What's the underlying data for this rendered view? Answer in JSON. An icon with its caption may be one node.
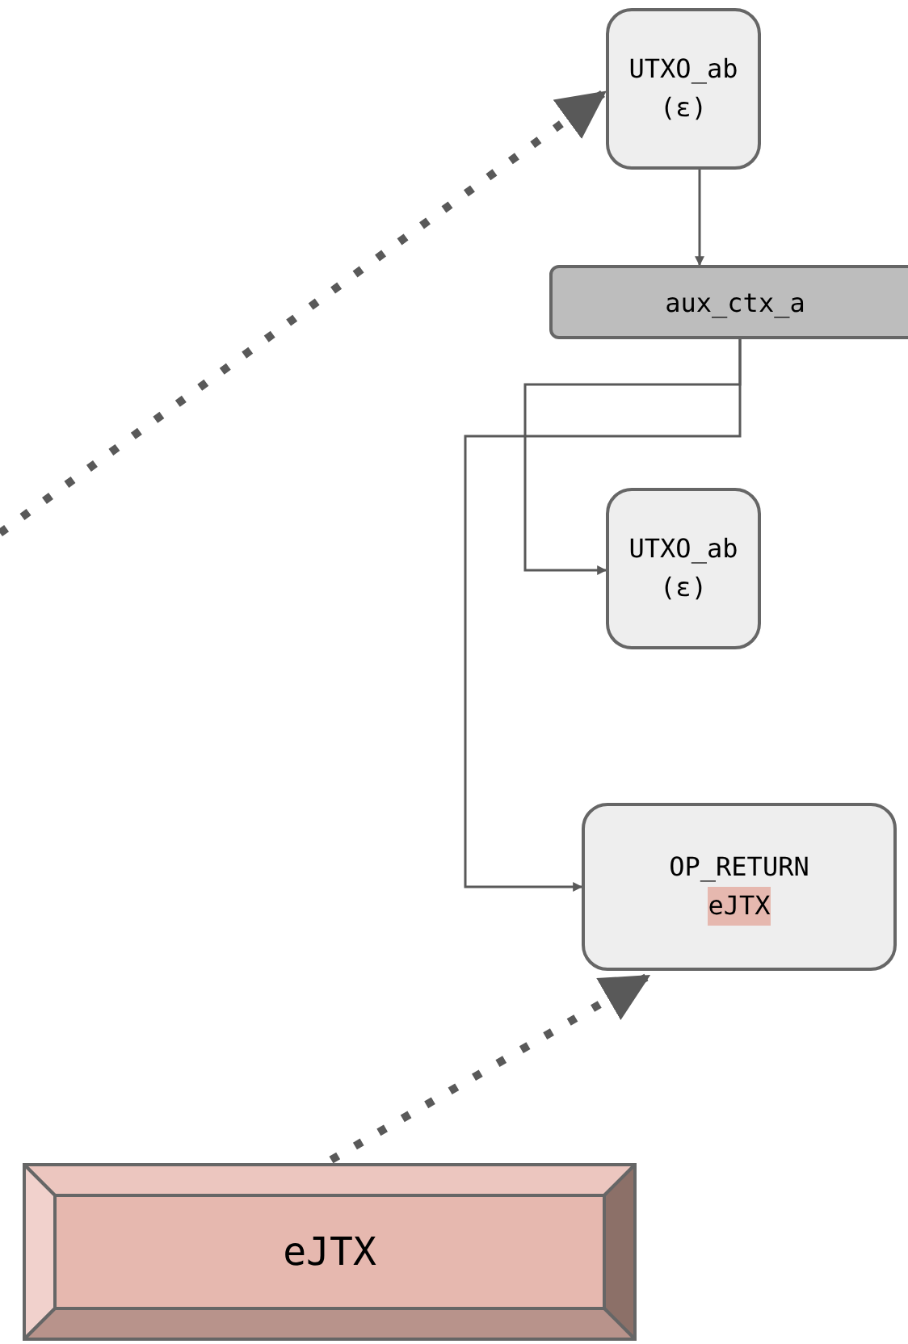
{
  "diagram": {
    "nodes": [
      {
        "text": [
          "UTXO_ab",
          "(ε)"
        ]
      },
      {
        "text": [
          "aux_ctx_a"
        ]
      },
      {
        "text": [
          "UTXO_ab",
          "(ε)"
        ]
      },
      {
        "text": [
          "OP_RETURN",
          "eJTX"
        ]
      },
      {
        "text": [
          "eJTX"
        ]
      }
    ],
    "edges": [
      {
        "from": null,
        "to": 0,
        "arrow": "to",
        "style": "dashed"
      },
      {
        "from": 0,
        "to": 1,
        "arrow": "to"
      },
      {
        "from": 1,
        "to": 2,
        "arrow": "to"
      },
      {
        "from": 1,
        "to": 3,
        "arrow": "to"
      },
      {
        "from": 4,
        "to": 3,
        "arrow": "to",
        "style": "dashed"
      }
    ]
  }
}
